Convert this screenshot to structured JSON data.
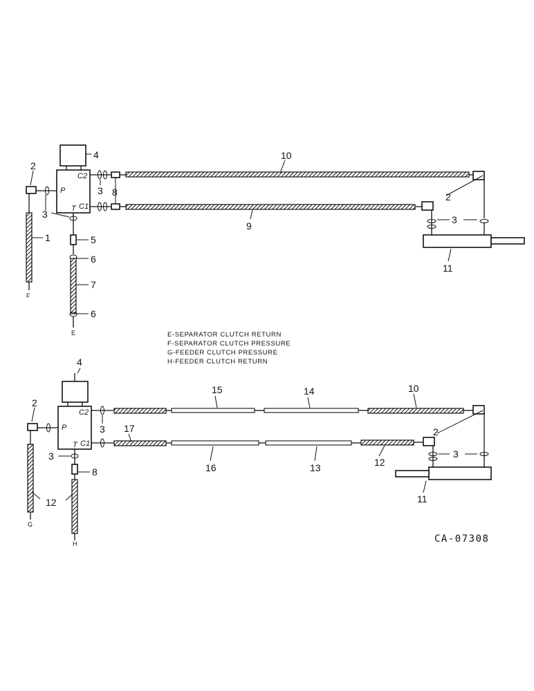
{
  "legend": {
    "e": "E-SEPARATOR CLUTCH RETURN",
    "f": "F-SEPARATOR CLUTCH PRESSURE",
    "g": "G-FEEDER CLUTCH  PRESSURE",
    "h": "H-FEEDER CLUTCH RETURN"
  },
  "drawing_number": "CA-07308",
  "ports": {
    "c2": "C2",
    "c1": "C1",
    "p": "P",
    "t": "T"
  },
  "top": {
    "c4": "4",
    "c10": "10",
    "c2a": "2",
    "c3a": "3",
    "c8": "8",
    "c3b": "3",
    "c1": "1",
    "c5": "5",
    "c6a": "6",
    "c7": "7",
    "c6b": "6",
    "c9": "9",
    "c2b": "2",
    "c3c": "3",
    "c11": "11",
    "endF": "F",
    "endE": "E"
  },
  "bottom": {
    "c4": "4",
    "c2a": "2",
    "c15": "15",
    "c14": "14",
    "c10": "10",
    "c3a": "3",
    "c17": "17",
    "c3b": "3",
    "c8": "8",
    "c12a": "12",
    "c16": "16",
    "c13": "13",
    "c12b": "12",
    "c2b": "2",
    "c3c": "3",
    "c11": "11",
    "endG": "G",
    "endH": "H"
  }
}
